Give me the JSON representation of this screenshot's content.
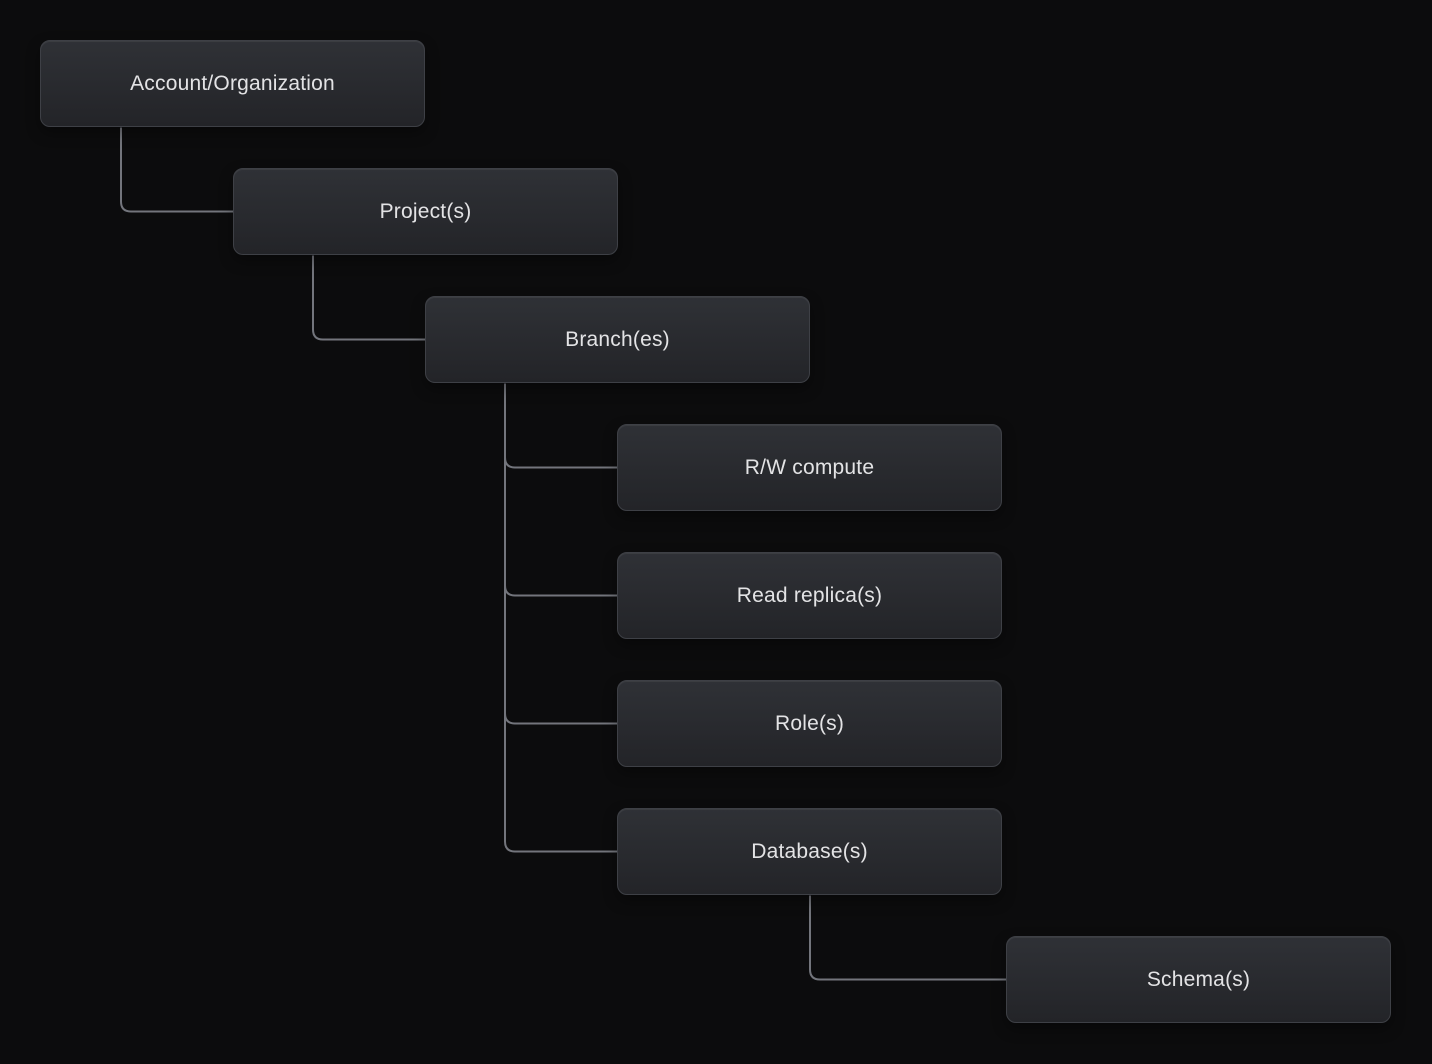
{
  "diagram": {
    "type": "hierarchy-tree",
    "nodes": [
      {
        "id": "account-organization",
        "label": "Account/Organization"
      },
      {
        "id": "projects",
        "label": "Project(s)"
      },
      {
        "id": "branches",
        "label": "Branch(es)"
      },
      {
        "id": "rw-compute",
        "label": "R/W compute"
      },
      {
        "id": "read-replicas",
        "label": "Read replica(s)"
      },
      {
        "id": "roles",
        "label": "Role(s)"
      },
      {
        "id": "databases",
        "label": "Database(s)"
      },
      {
        "id": "schemas",
        "label": "Schema(s)"
      }
    ],
    "edges": [
      {
        "from": "account-organization",
        "to": "projects"
      },
      {
        "from": "projects",
        "to": "branches"
      },
      {
        "from": "branches",
        "to": "rw-compute"
      },
      {
        "from": "branches",
        "to": "read-replicas"
      },
      {
        "from": "branches",
        "to": "roles"
      },
      {
        "from": "branches",
        "to": "databases"
      },
      {
        "from": "databases",
        "to": "schemas"
      }
    ]
  },
  "colors": {
    "canvas-bg": "#0c0c0d",
    "node-bg-top": "#2f3136",
    "node-bg-bottom": "#232428",
    "node-border": "#3e4046",
    "node-text": "#e3e3e5",
    "edge": "#73757c"
  }
}
